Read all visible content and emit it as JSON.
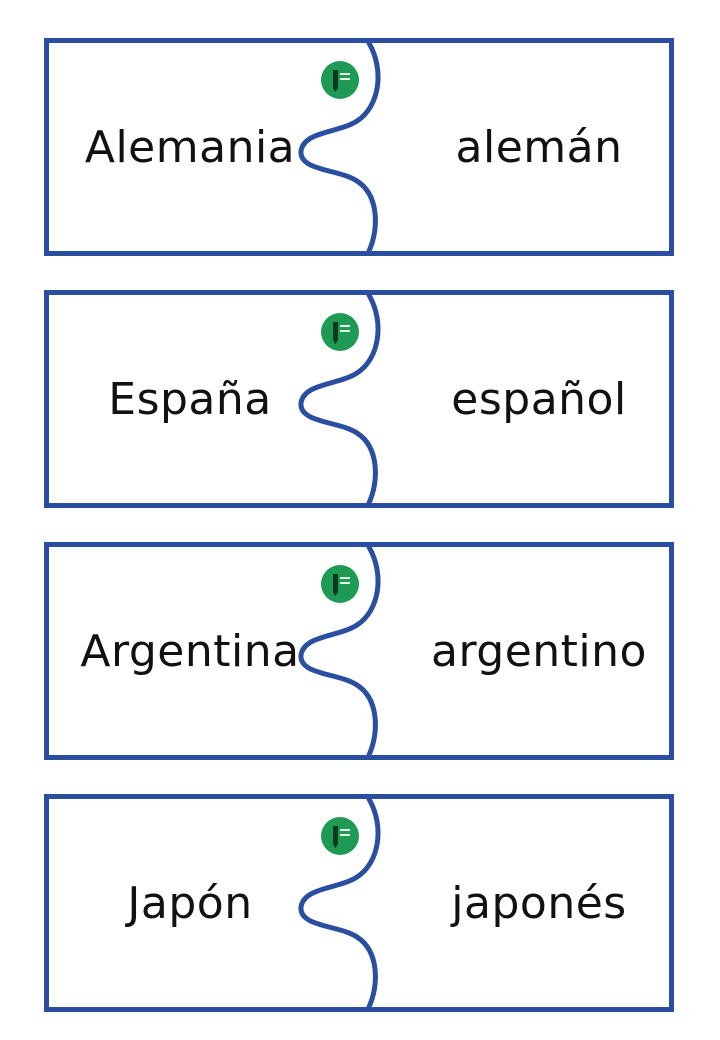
{
  "cards": [
    {
      "country": "Alemania",
      "adjective": "alemán"
    },
    {
      "country": "España",
      "adjective": "español"
    },
    {
      "country": "Argentina",
      "adjective": "argentino"
    },
    {
      "country": "Japón",
      "adjective": "japonés"
    }
  ],
  "colors": {
    "border": "#2a4fa0",
    "badge": "#1f9a55",
    "text": "#111111"
  },
  "icons": {
    "badge": "pencil-logo-icon"
  }
}
